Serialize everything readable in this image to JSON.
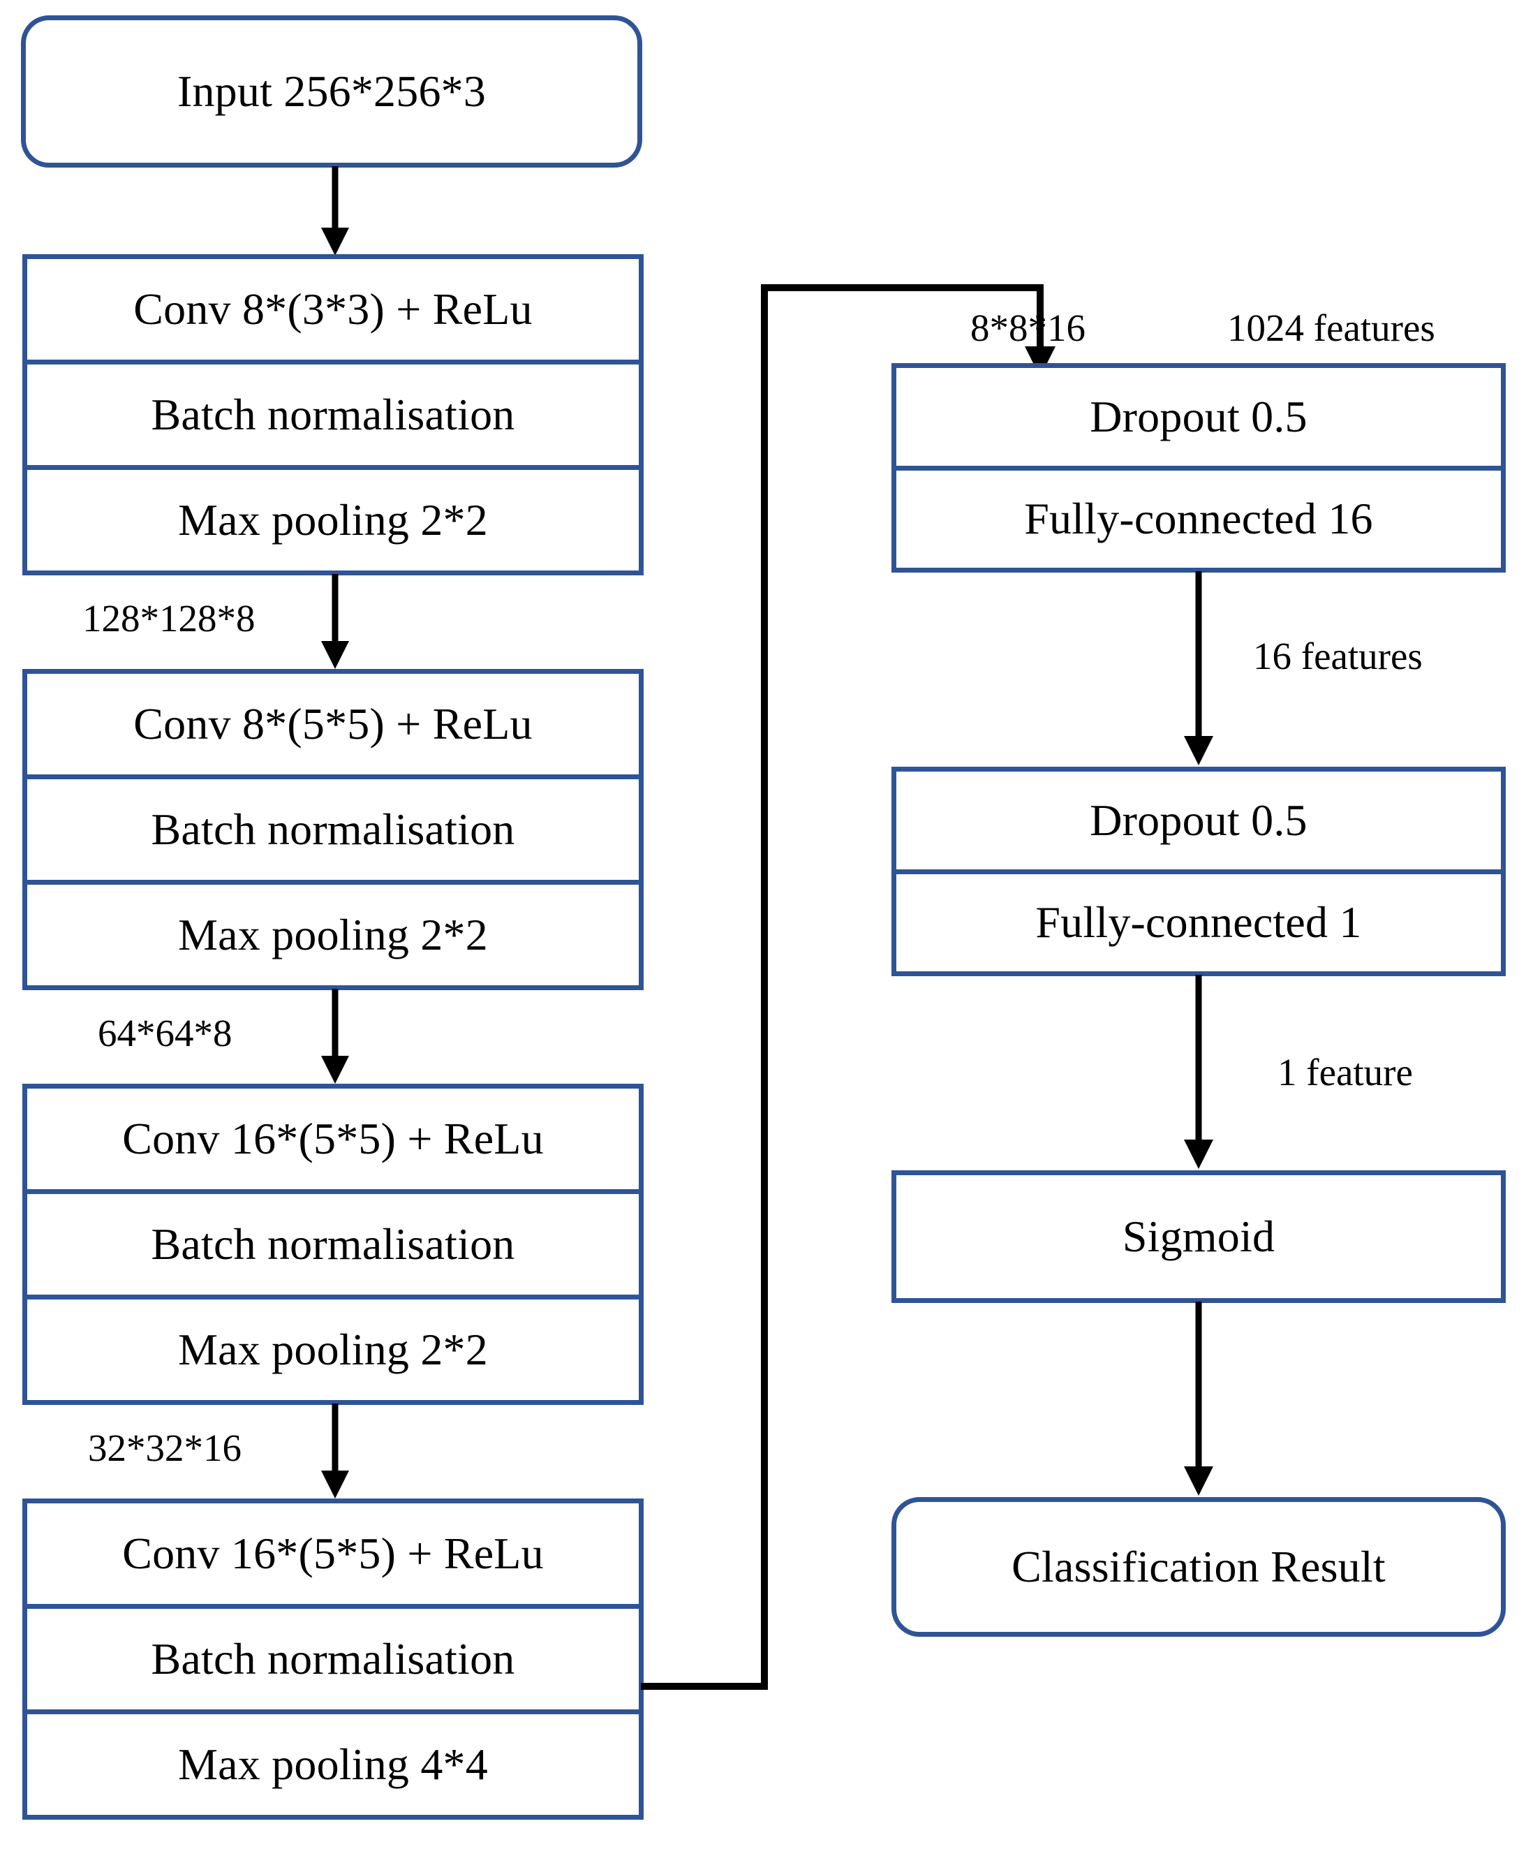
{
  "diagram": {
    "title": "CNN classification architecture flowchart",
    "accent_color": "#2f5496",
    "arrow_color": "#000000",
    "background": "#ffffff"
  },
  "left_column": {
    "input_node": {
      "label": "Input  256*256*3",
      "shape": "rounded"
    },
    "blocks": [
      {
        "id": "conv-block-1",
        "rows": [
          "Conv 8*(3*3) + ReLu",
          "Batch normalisation",
          "Max pooling 2*2"
        ]
      },
      {
        "id": "conv-block-2",
        "rows": [
          "Conv 8*(5*5) + ReLu",
          "Batch normalisation",
          "Max pooling 2*2"
        ]
      },
      {
        "id": "conv-block-3",
        "rows": [
          "Conv 16*(5*5) + ReLu",
          "Batch normalisation",
          "Max pooling 2*2"
        ]
      },
      {
        "id": "conv-block-4",
        "rows": [
          "Conv 16*(5*5) + ReLu",
          "Batch normalisation",
          "Max pooling 4*4"
        ]
      }
    ],
    "edge_labels": [
      "128*128*8",
      "64*64*8",
      "32*32*16"
    ]
  },
  "right_column": {
    "blocks": [
      {
        "id": "dense-block-1",
        "rows": [
          "Dropout 0.5",
          "Fully-connected 16"
        ]
      },
      {
        "id": "dense-block-2",
        "rows": [
          "Dropout 0.5",
          "Fully-connected 1"
        ]
      }
    ],
    "sigmoid_node": {
      "label": "Sigmoid",
      "shape": "rect"
    },
    "result_node": {
      "label": "Classification Result",
      "shape": "rounded"
    },
    "edge_labels": {
      "feed_left": "8*8*16",
      "feed_right": "1024 features",
      "after_fc16": "16 features",
      "after_fc1": "1 feature"
    }
  },
  "chart_data": {
    "type": "flowchart",
    "title": "CNN classification architecture",
    "nodes": [
      {
        "id": "input",
        "text": "Input  256*256*3",
        "column": "left",
        "shape": "rounded-rect"
      },
      {
        "id": "conv1",
        "text": "Conv 8*(3*3) + ReLu",
        "column": "left",
        "shape": "rect"
      },
      {
        "id": "bn1",
        "text": "Batch normalisation",
        "column": "left",
        "shape": "rect"
      },
      {
        "id": "pool1",
        "text": "Max pooling 2*2",
        "column": "left",
        "shape": "rect"
      },
      {
        "id": "conv2",
        "text": "Conv 8*(5*5) + ReLu",
        "column": "left",
        "shape": "rect"
      },
      {
        "id": "bn2",
        "text": "Batch normalisation",
        "column": "left",
        "shape": "rect"
      },
      {
        "id": "pool2",
        "text": "Max pooling 2*2",
        "column": "left",
        "shape": "rect"
      },
      {
        "id": "conv3",
        "text": "Conv 16*(5*5) + ReLu",
        "column": "left",
        "shape": "rect"
      },
      {
        "id": "bn3",
        "text": "Batch normalisation",
        "column": "left",
        "shape": "rect"
      },
      {
        "id": "pool3",
        "text": "Max pooling 2*2",
        "column": "left",
        "shape": "rect"
      },
      {
        "id": "conv4",
        "text": "Conv 16*(5*5) + ReLu",
        "column": "left",
        "shape": "rect"
      },
      {
        "id": "bn4",
        "text": "Batch normalisation",
        "column": "left",
        "shape": "rect"
      },
      {
        "id": "pool4",
        "text": "Max pooling 4*4",
        "column": "left",
        "shape": "rect"
      },
      {
        "id": "drop1",
        "text": "Dropout 0.5",
        "column": "right",
        "shape": "rect"
      },
      {
        "id": "fc16",
        "text": "Fully-connected 16",
        "column": "right",
        "shape": "rect"
      },
      {
        "id": "drop2",
        "text": "Dropout 0.5",
        "column": "right",
        "shape": "rect"
      },
      {
        "id": "fc1",
        "text": "Fully-connected 1",
        "column": "right",
        "shape": "rect"
      },
      {
        "id": "sigmoid",
        "text": "Sigmoid",
        "column": "right",
        "shape": "rect"
      },
      {
        "id": "result",
        "text": "Classification Result",
        "column": "right",
        "shape": "rounded-rect"
      }
    ],
    "edges": [
      {
        "from": "input",
        "to": "conv1",
        "label": ""
      },
      {
        "from": "pool1",
        "to": "conv2",
        "label": "128*128*8"
      },
      {
        "from": "pool2",
        "to": "conv3",
        "label": "64*64*8"
      },
      {
        "from": "pool3",
        "to": "conv4",
        "label": "32*32*16"
      },
      {
        "from": "bn4",
        "to": "drop1",
        "label": "8*8*16 / 1024 features"
      },
      {
        "from": "fc16",
        "to": "drop2",
        "label": "16 features"
      },
      {
        "from": "fc1",
        "to": "sigmoid",
        "label": "1 feature"
      },
      {
        "from": "sigmoid",
        "to": "result",
        "label": ""
      }
    ]
  }
}
